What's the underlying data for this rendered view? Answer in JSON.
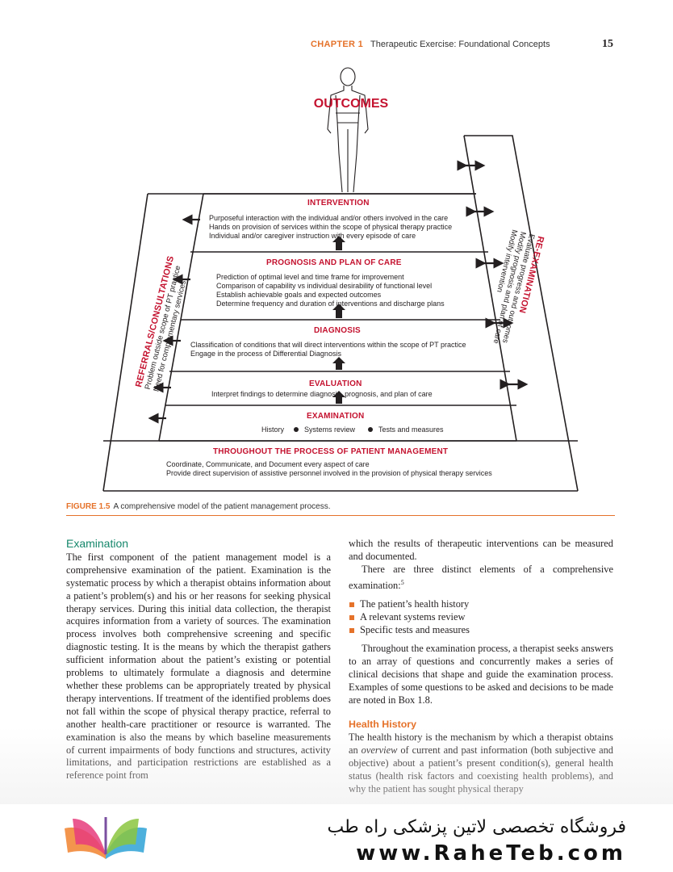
{
  "header": {
    "chapter_label": "CHAPTER 1",
    "chapter_title": "Therapeutic Exercise: Foundational Concepts",
    "page_number": "15"
  },
  "figure": {
    "outcomes_label": "OUTCOMES",
    "intervention": {
      "title": "INTERVENTION",
      "lines": [
        "Purposeful interaction with the individual and/or others involved in the care",
        "Hands on provision of services within the scope of physical therapy practice",
        "Individual and/or caregiver instruction with every episode of care"
      ]
    },
    "prognosis": {
      "title": "PROGNOSIS AND PLAN OF CARE",
      "lines": [
        "Prediction of optimal level and time frame for improvement",
        "Comparison of capability vs individual desirability of functional level",
        "Establish achievable goals and expected outcomes",
        "Determine frequency and duration of interventions and discharge plans"
      ]
    },
    "diagnosis": {
      "title": "DIAGNOSIS",
      "lines": [
        "Classification of conditions that will direct interventions within the scope of PT practice",
        "Engage in the process of Differential Diagnosis"
      ]
    },
    "evaluation": {
      "title": "EVALUATION",
      "lines": [
        "Interpret findings to determine diagnosis, prognosis, and plan of care"
      ]
    },
    "examination": {
      "title": "EXAMINATION",
      "items": [
        "History",
        "Systems review",
        "Tests and measures"
      ]
    },
    "throughout": {
      "title": "THROUGHOUT THE PROCESS OF PATIENT MANAGEMENT",
      "lines": [
        "Coordinate, Communicate, and Document every aspect of care",
        "Provide direct supervision of assistive personnel involved in the provision of physical therapy services"
      ]
    },
    "referrals": {
      "title": "REFERRALS/CONSULTATIONS",
      "lines": [
        "Problem outside scope of PT practice",
        "Need for complementary services"
      ]
    },
    "reexamination": {
      "title": "RE-EXAMINATION",
      "lines": [
        "Evaluate progress and outcomes",
        "Modify prognosis and plan of care",
        "Modify intervention"
      ]
    }
  },
  "caption": {
    "number": "FIGURE 1.5",
    "text": "A comprehensive model of the patient management process."
  },
  "left_column": {
    "heading": "Examination",
    "paragraph": "The first component of the patient management model is a comprehensive examination of the patient. Examination is the systematic process by which a therapist obtains information about a patient’s problem(s) and his or her reasons for seeking physical therapy services. During this initial data collection, the therapist acquires information from a variety of sources. The examination process involves both comprehensive screening and specific diagnostic testing. It is the means by which the therapist gathers sufficient information about the patient’s existing or potential problems to ultimately formulate a diagnosis and determine whether these problems can be appropriately treated by physical therapy interventions. If treatment of the identified problems does not fall within the scope of physical therapy practice, referral to another health-care practitioner or resource is warranted. The examination is also the means by which baseline measurements of current impairments of body functions and structures, activity limitations, and participation restrictions are established as a reference point from"
  },
  "right_column": {
    "continuation": "which the results of therapeutic interventions can be measured and documented.",
    "intro_before_sup": "There are three distinct elements of a comprehensive examination:",
    "intro_sup": "5",
    "bullets": [
      "The patient’s health history",
      "A relevant systems review",
      "Specific tests and measures"
    ],
    "paragraph2": "Throughout the examination process, a therapist seeks answers to an array of questions and concurrently makes a series of clinical decisions that shape and guide the examination process. Examples of some questions to be asked and decisions to be made are noted in Box 1.8.",
    "subheading": "Health History",
    "p3_before": "The health history is the mechanism by which a therapist obtains an ",
    "p3_italic": "overview",
    "p3_after": " of current and past information (both subjective and objective) about a patient’s present condition(s), general health status (health risk factors and coexisting health problems), and why the patient has sought physical therapy"
  },
  "footer": {
    "persian_text": "فروشگاه تخصصی لاتین پزشکی راه طب",
    "url": "www.RaheTeb.com"
  }
}
